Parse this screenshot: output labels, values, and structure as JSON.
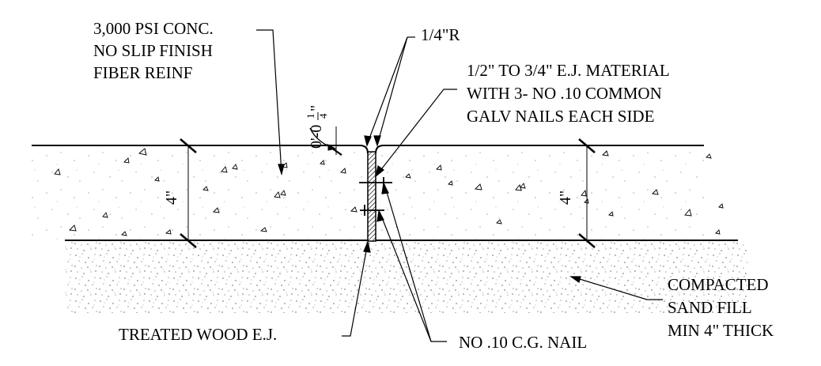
{
  "drawing": {
    "title": "",
    "concrete_note": {
      "line1": "3,000 PSI CONC.",
      "line2": "NO SLIP FINISH",
      "line3": "FIBER REINF"
    },
    "radius_note": "1/4\"R",
    "ej_material_note": {
      "line1": "1/2\" TO 3/4\" E.J. MATERIAL",
      "line2": "WITH 3- NO .10 COMMON",
      "line3": "GALV NAILS EACH SIDE"
    },
    "fill_note": {
      "line1": "COMPACTED",
      "line2": "SAND FILL",
      "line3": "MIN 4\" THICK"
    },
    "wood_note": "TREATED WOOD E.J.",
    "nail_note": "NO .10 C.G. NAIL",
    "dimension_thickness": "4\"",
    "dimension_edge": {
      "whole": "0'-0",
      "num": "1",
      "den": "4",
      "inch": "\""
    }
  }
}
